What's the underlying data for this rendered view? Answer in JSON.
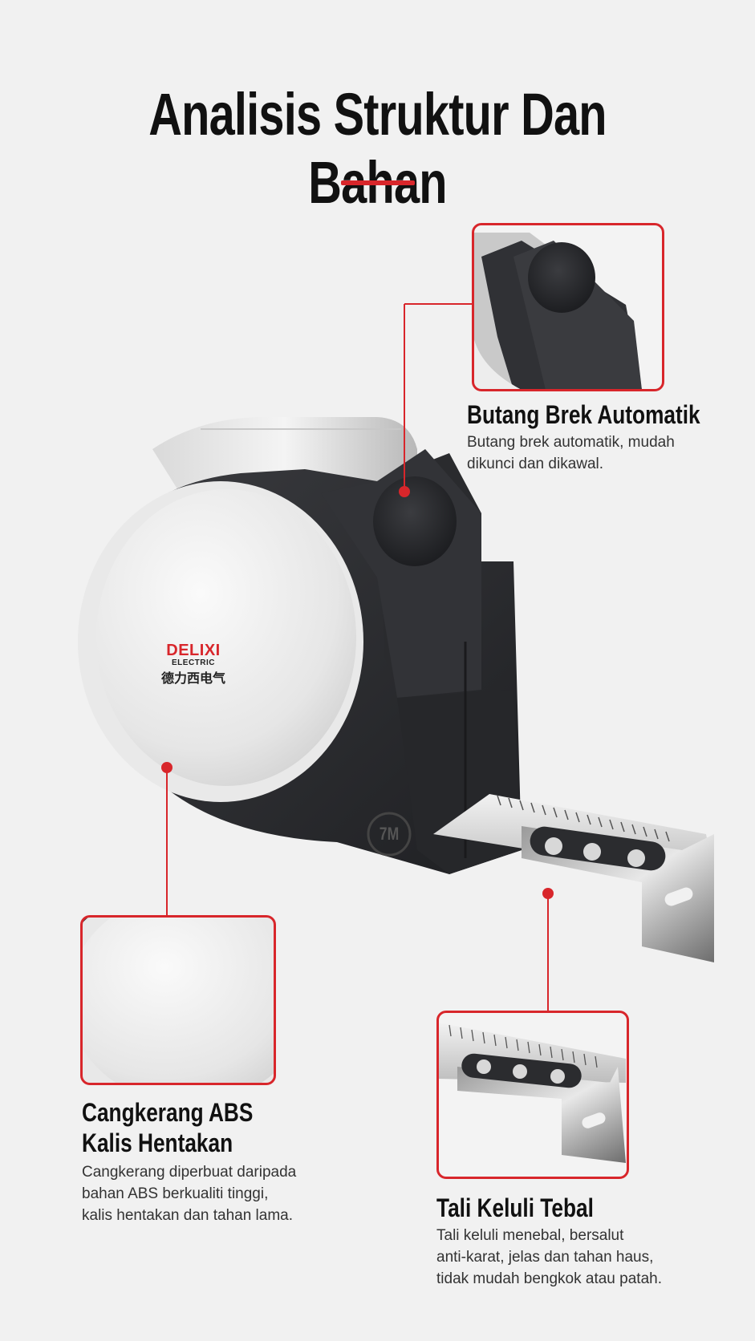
{
  "title": "Analisis Struktur Dan Bahan",
  "colors": {
    "accent": "#d8262b",
    "background": "#f1f1f1",
    "shell_dark": "#2c2d30",
    "shell_light": "#ececec"
  },
  "brand": {
    "name": "DELIXI",
    "sub": "ELECTRIC",
    "cjk": "德力西电气"
  },
  "size_mark": "7M",
  "features": [
    {
      "title": "Butang Brek Automatik",
      "desc_lines": [
        "Butang brek automatik, mudah",
        "dikunci dan dikawal."
      ]
    },
    {
      "title_lines": [
        "Cangkerang ABS",
        "Kalis Hentakan"
      ],
      "desc_lines": [
        "Cangkerang diperbuat daripada",
        "bahan ABS berkualiti tinggi,",
        "kalis hentakan dan tahan lama."
      ]
    },
    {
      "title": "Tali Keluli Tebal",
      "desc_lines": [
        "Tali keluli menebal, bersalut",
        "anti-karat, jelas dan tahan haus,",
        "tidak mudah bengkok atau patah."
      ]
    }
  ]
}
